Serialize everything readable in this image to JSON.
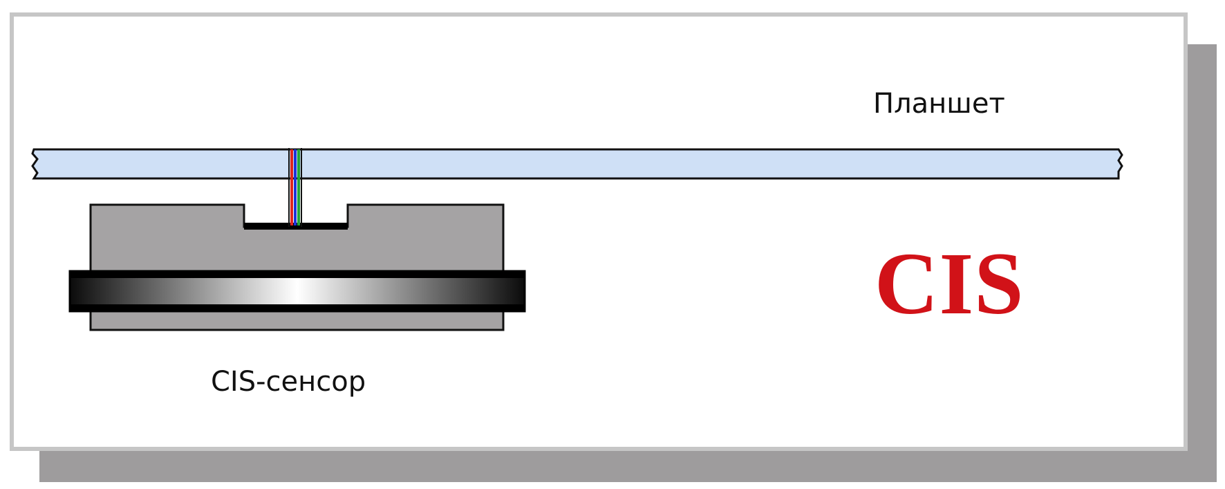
{
  "diagram": {
    "tablet_label": "Планшет",
    "sensor_label": "CIS-сенсор",
    "brand_text": "CIS"
  },
  "colors": {
    "brand": "#d11218",
    "tablet_glass": "#cfe0f6",
    "sensor_body": "#a5a3a4",
    "lens_dark": "#0b0b0b",
    "lens_light": "#ffffff",
    "light_red": "#e0251c",
    "light_blue": "#1c33d8",
    "light_green": "#23a23a"
  }
}
